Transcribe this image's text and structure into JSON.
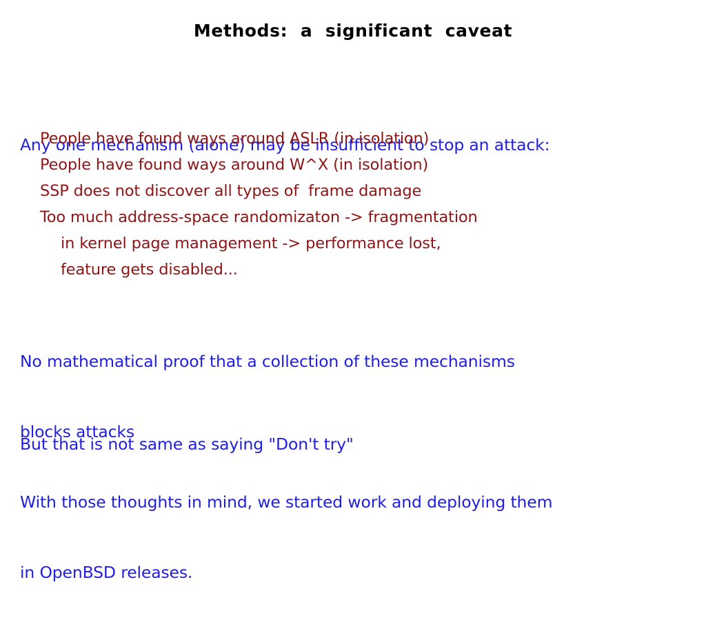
{
  "slide": {
    "title": "Methods:  a  significant  caveat",
    "background_color": "#ffffff",
    "title_color": "#000000",
    "body_color": "#1f1fdd",
    "bullet_color": "#8e1515",
    "paragraphs": {
      "intro": {
        "lines": [
          "Any one mechanism (alone) may be insufficient to stop an attack:"
        ]
      },
      "bullets": {
        "lines": [
          {
            "text": "People have found ways around ASLR (in isolation)",
            "indent": false
          },
          {
            "text": "People have found ways around W^X (in isolation)",
            "indent": false
          },
          {
            "text": "SSP does not discover all types of  frame damage",
            "indent": false
          },
          {
            "text": "Too much address-space randomizaton -> fragmentation",
            "indent": false
          },
          {
            "text": "in kernel page management -> performance lost,",
            "indent": true
          },
          {
            "text": "feature gets disabled...",
            "indent": true
          }
        ]
      },
      "proof": {
        "lines": [
          "No mathematical proof that a collection of these mechanisms",
          "blocks attacks"
        ]
      },
      "but": {
        "lines": [
          "But that is not same as saying \"Don't try\""
        ]
      },
      "with": {
        "lines": [
          "With those thoughts in mind, we started work and deploying them",
          "in OpenBSD releases."
        ]
      }
    }
  }
}
